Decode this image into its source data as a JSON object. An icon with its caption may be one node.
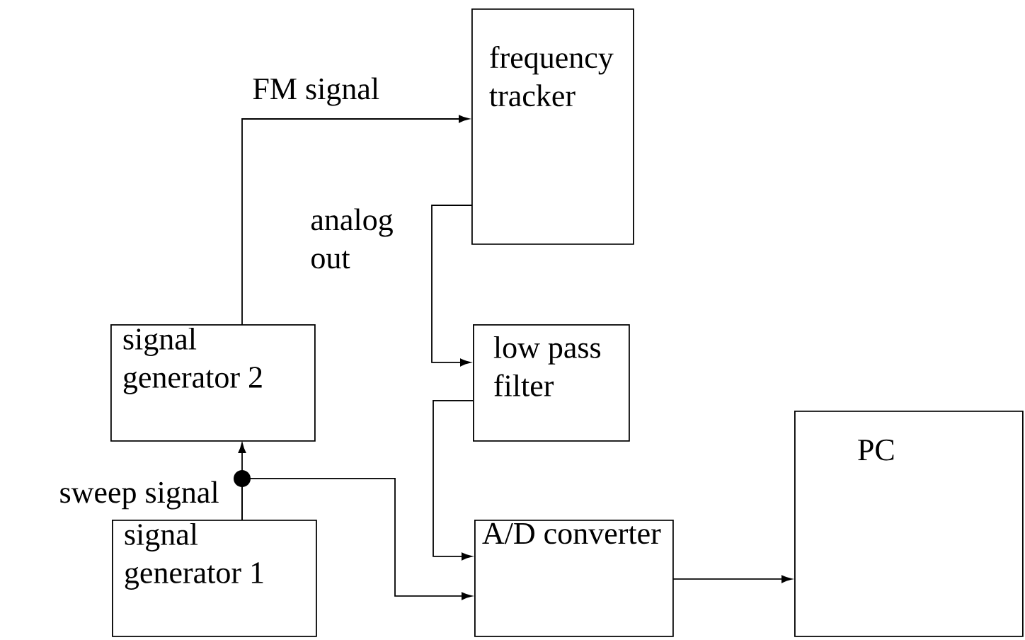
{
  "diagram": {
    "nodes": [
      {
        "text": [
          "frequency tracker"
        ]
      },
      {
        "text": [
          "signal generator 2"
        ]
      },
      {
        "text": [
          "low pass filter"
        ]
      },
      {
        "text": [
          "signal generator 1"
        ]
      },
      {
        "text": [
          "A/D converter"
        ]
      },
      {
        "text": [
          "PC"
        ]
      }
    ],
    "edges": [
      {
        "from": 1,
        "to": 0,
        "arrow": "to",
        "label": "FM signal"
      },
      {
        "from": 0,
        "to": 2,
        "arrow": "to",
        "label": "analog out"
      },
      {
        "from": 2,
        "to": 4,
        "arrow": "to"
      },
      {
        "from": 3,
        "to": 1,
        "arrow": "to",
        "label": "sweep signal"
      },
      {
        "from": 3,
        "to": 4,
        "arrow": "to"
      },
      {
        "from": 4,
        "to": 5,
        "arrow": "to"
      }
    ]
  }
}
